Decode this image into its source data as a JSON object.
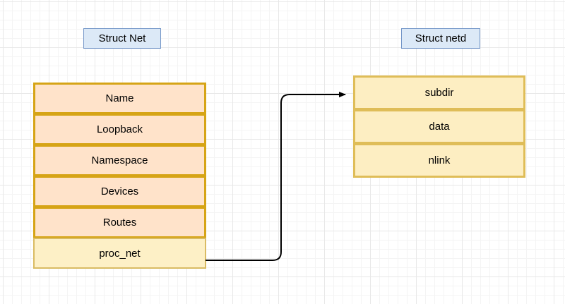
{
  "diagram": {
    "background": "#ffffff",
    "grid_minor_color": "#f4f4f4",
    "grid_major_color": "#e8e8e8",
    "connector_color": "#000000"
  },
  "labels": {
    "left": "Struct Net",
    "right": "Struct netd",
    "fill": "#dce9f7",
    "border": "#7396c8"
  },
  "struct_net": {
    "fill": "#ffe3ca",
    "border": "#d6a416",
    "soft_fill": "#fdf0c6",
    "soft_border": "#d9bb63",
    "fields": [
      {
        "name": "Name",
        "style": "strong"
      },
      {
        "name": "Loopback",
        "style": "strong"
      },
      {
        "name": "Namespace",
        "style": "strong"
      },
      {
        "name": "Devices",
        "style": "strong"
      },
      {
        "name": "Routes",
        "style": "strong"
      },
      {
        "name": "proc_net",
        "style": "soft"
      }
    ]
  },
  "struct_netd": {
    "fill": "#fdeec2",
    "border": "#dfbd58",
    "fields": [
      {
        "name": "subdir"
      },
      {
        "name": "data"
      },
      {
        "name": "nlink"
      }
    ]
  },
  "connector": {
    "from_field": "proc_net",
    "to_field": "subdir",
    "arrowhead": "filled-triangle"
  }
}
